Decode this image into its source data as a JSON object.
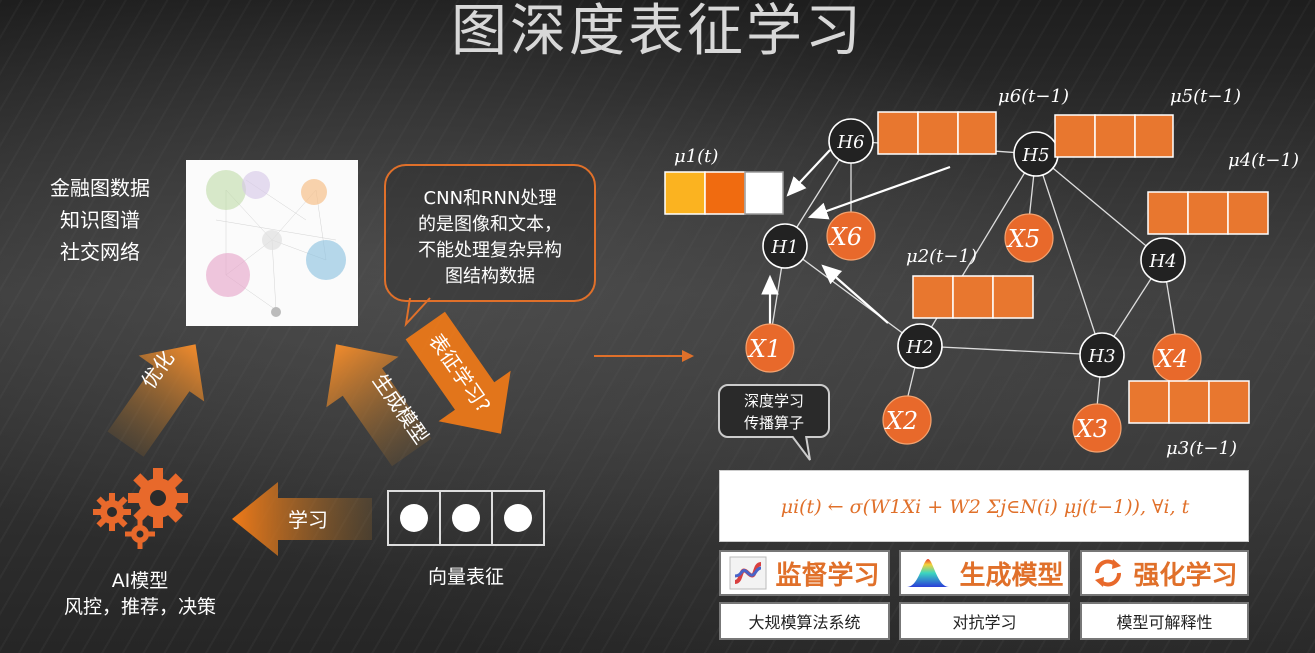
{
  "title": "图深度表征学习",
  "left": {
    "data_types": [
      "金融图数据",
      "知识图谱",
      "社交网络"
    ],
    "bubble_lines": [
      "CNN和RNN处理",
      "的是图像和文本，",
      "不能处理复杂异构",
      "图结构数据"
    ],
    "arrows": {
      "optimize": "优化",
      "generate": "生成模型",
      "represent": "表征学习?",
      "learn": "学习"
    },
    "ai_model": [
      "AI模型",
      "风控，推荐，决策"
    ],
    "vector_label": "向量表征"
  },
  "graph": {
    "nodes_h": [
      "H1",
      "H2",
      "H3",
      "H4",
      "H5",
      "H6"
    ],
    "nodes_x": [
      "X1",
      "X2",
      "X3",
      "X4",
      "X5",
      "X6"
    ],
    "mu_labels": {
      "mu1": "μ1(t)",
      "mu2": "μ2(t−1)",
      "mu3": "μ3(t−1)",
      "mu4": "μ4(t−1)",
      "mu5": "μ5(t−1)",
      "mu6": "μ6(t−1)"
    },
    "talk_lines": [
      "深度学习",
      "传播算子"
    ]
  },
  "formula": "μi(t) ← σ(W1Xi + W2 Σj∈N(i) μj(t−1)), ∀i, t",
  "categories": [
    {
      "label": "监督学习",
      "icon": "s-curve-icon"
    },
    {
      "label": "生成模型",
      "icon": "gaussian-peak-icon"
    },
    {
      "label": "强化学习",
      "icon": "cycle-arrows-icon"
    }
  ],
  "subcategories": [
    "大规模算法系统",
    "对抗学习",
    "模型可解释性"
  ],
  "colors": {
    "accent": "#e87333",
    "orange_node": "#e8692b",
    "vector_cell": "#e8772f",
    "mu1_cells": [
      "#fbb320",
      "#f06b10",
      "#ffffff"
    ]
  }
}
